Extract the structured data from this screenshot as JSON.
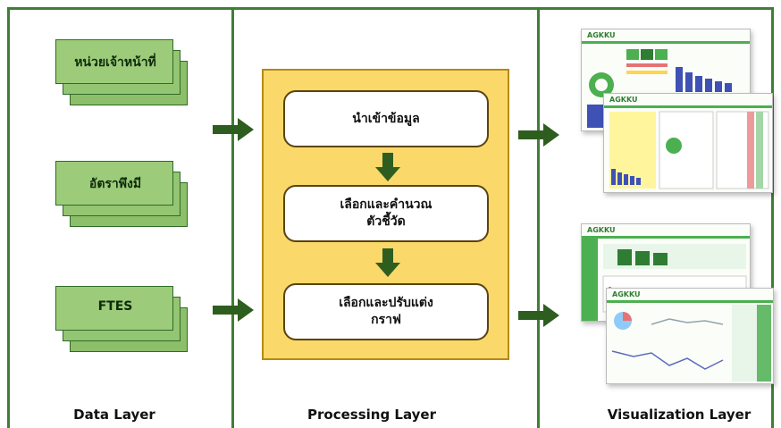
{
  "layers": {
    "data": "Data Layer",
    "processing": "Processing Layer",
    "visualization": "Visualization Layer"
  },
  "data_sources": [
    {
      "label": "หน่วยเจ้าหน้าที่"
    },
    {
      "label": "อัตราพึงมี"
    },
    {
      "label": "FTES"
    }
  ],
  "processing_steps": [
    {
      "line1": "นำเข้าข้อมูล",
      "line2": ""
    },
    {
      "line1": "เลือกและคำนวณ",
      "line2": "ตัวชี้วัด"
    },
    {
      "line1": "เลือกและปรับแต่ง",
      "line2": "กราฟ"
    }
  ],
  "dashboards": [
    {
      "logo": "AGKKU"
    },
    {
      "logo": "AGKKU"
    },
    {
      "logo": "AGKKU"
    },
    {
      "logo": "AGKKU"
    }
  ],
  "colors": {
    "frame": "#3f7f35",
    "arrow": "#2e5e1f",
    "doc_fill": "#9ccc7a",
    "panel_fill": "#fbd86a"
  }
}
